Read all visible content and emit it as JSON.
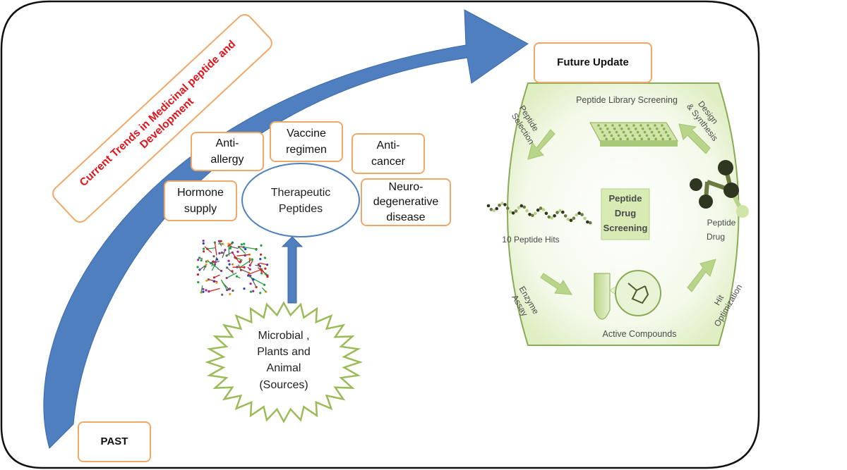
{
  "title": "Current Trends in Medicinal peptide and Development",
  "past_label": "PAST",
  "future_label": "Future Update",
  "center": "Therapeutic Peptides",
  "source": "Microbial , Plants and Animal (Sources)",
  "applications": {
    "hormone": "Hormone supply",
    "allergy": "Anti- allergy",
    "vaccine": "Vaccine regimen",
    "cancer": "Anti- cancer",
    "neuro": "Neuro- degenerative disease"
  },
  "screening": {
    "center": "Peptide Drug Screening",
    "library": "Peptide Library Screening",
    "design": "Design & Synthesis",
    "drug": "Peptide Drug",
    "hit_opt": "Hit Optimization",
    "active": "Active Compounds",
    "enzyme": "Enzyme Assay",
    "hits": "10 Peptide Hits",
    "selection": "Peptide Selection"
  },
  "colors": {
    "arrow_blue": "#4f7fbf",
    "box_border": "#f0a868",
    "title_red": "#e0141c",
    "burst_green": "#9bbb59",
    "screen_green": "#8aab55",
    "ellipse_border": "#4f81bd"
  }
}
